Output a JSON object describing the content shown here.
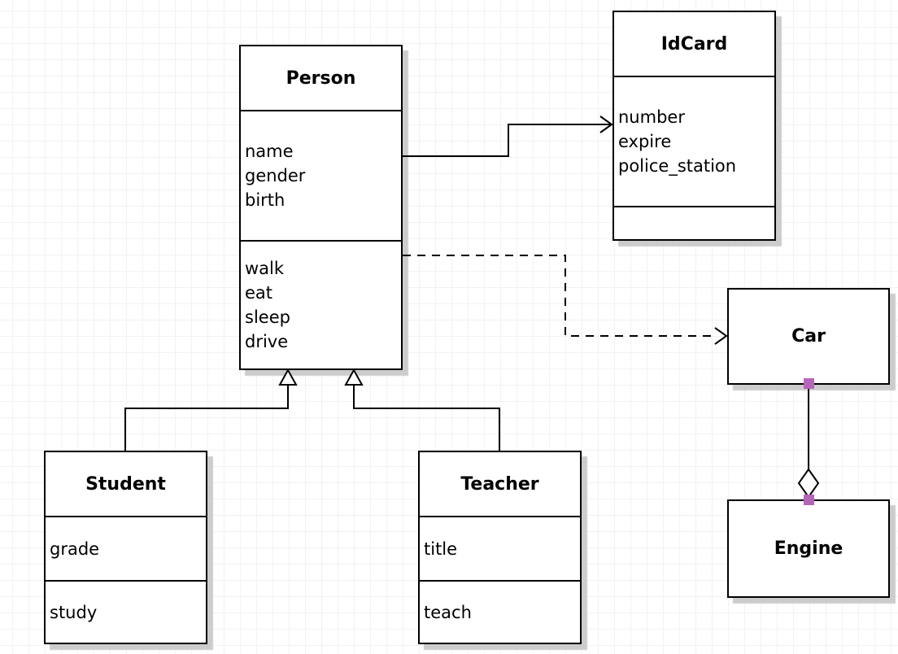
{
  "diagram": {
    "type": "uml-class-diagram",
    "classes": {
      "person": {
        "title": "Person",
        "attributes": [
          "name",
          "gender",
          "birth"
        ],
        "methods": [
          "walk",
          "eat",
          "sleep",
          "drive"
        ]
      },
      "idcard": {
        "title": "IdCard",
        "attributes": [
          "number",
          "expire",
          "police_station"
        ],
        "methods": []
      },
      "car": {
        "title": "Car",
        "attributes": [],
        "methods": []
      },
      "engine": {
        "title": "Engine",
        "attributes": [],
        "methods": []
      },
      "student": {
        "title": "Student",
        "attributes": [
          "grade"
        ],
        "methods": [
          "study"
        ]
      },
      "teacher": {
        "title": "Teacher",
        "attributes": [
          "title"
        ],
        "methods": [
          "teach"
        ]
      }
    },
    "relationships": [
      {
        "from": "Person",
        "to": "IdCard",
        "type": "association",
        "line": "solid",
        "arrowhead": "open-arrow"
      },
      {
        "from": "Person",
        "to": "Car",
        "type": "dependency",
        "line": "dashed",
        "arrowhead": "open-arrow"
      },
      {
        "from": "Student",
        "to": "Person",
        "type": "generalization",
        "line": "solid",
        "arrowhead": "hollow-triangle"
      },
      {
        "from": "Teacher",
        "to": "Person",
        "type": "generalization",
        "line": "solid",
        "arrowhead": "hollow-triangle"
      },
      {
        "from": "Car",
        "to": "Engine",
        "type": "aggregation",
        "line": "solid",
        "arrowhead": "hollow-diamond"
      }
    ],
    "colors": {
      "canvas_bg": "#ffffff",
      "grid_line": "#f2f2f2",
      "box_fill": "#ffffff",
      "box_border": "#000000",
      "connector": "#000000",
      "endpoint_handle": "#b566b8",
      "shadow": "#cccccc"
    }
  }
}
